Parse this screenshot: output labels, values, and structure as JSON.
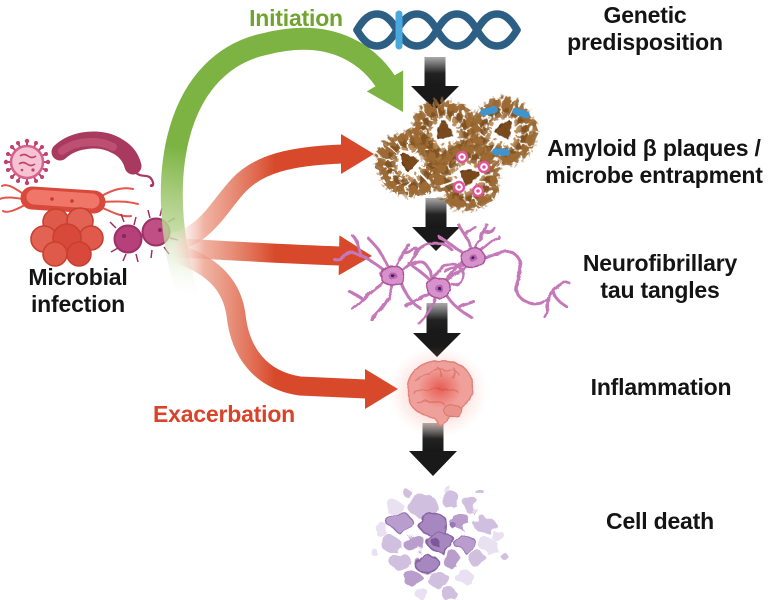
{
  "background": "#ffffff",
  "labels": {
    "initiation": "Initiation",
    "exacerbation": "Exacerbation",
    "microbial": {
      "line1": "Microbial",
      "line2": "infection"
    },
    "genetic": {
      "line1": "Genetic",
      "line2": "predisposition"
    },
    "amyloid": {
      "line1": "Amyloid β plaques /",
      "line2": "microbe entrapment"
    },
    "tau": {
      "line1": "Neurofibrillary",
      "line2": "tau tangles"
    },
    "inflammation": "Inflammation",
    "cell_death": "Cell death"
  },
  "flow_stages": [
    "Genetic predisposition",
    "Amyloid β plaques / microbe entrapment",
    "Neurofibrillary tau tangles",
    "Inflammation",
    "Cell death"
  ],
  "edges": [
    {
      "from": "Microbial infection",
      "to": "Amyloid β plaques / microbe entrapment",
      "label": "Initiation",
      "color": "green"
    },
    {
      "from": "Microbial infection",
      "to": "Amyloid β plaques / microbe entrapment",
      "label": "Exacerbation",
      "color": "red"
    },
    {
      "from": "Microbial infection",
      "to": "Neurofibrillary tau tangles",
      "label": "Exacerbation",
      "color": "red"
    },
    {
      "from": "Microbial infection",
      "to": "Inflammation",
      "label": "Exacerbation",
      "color": "red"
    },
    {
      "from": "Genetic predisposition",
      "to": "Amyloid β plaques / microbe entrapment",
      "color": "black"
    },
    {
      "from": "Amyloid β plaques / microbe entrapment",
      "to": "Neurofibrillary tau tangles",
      "color": "black"
    },
    {
      "from": "Neurofibrillary tau tangles",
      "to": "Inflammation",
      "color": "black"
    },
    {
      "from": "Inflammation",
      "to": "Cell death",
      "color": "black"
    }
  ],
  "icons": [
    "dna-icon",
    "virus-icon",
    "curved-bacterium-icon",
    "rod-bacterium-icon",
    "cocci-cluster-icon",
    "diplococci-icon",
    "amyloid-plaques-icon",
    "entrapped-bacteria-icon",
    "entrapped-virus-icon",
    "neurons-icon",
    "inflamed-brain-icon",
    "dead-cells-icon"
  ],
  "colors": {
    "initiation_green": "#6fa42f",
    "green_arrow": "#7cb342",
    "exacerbation_red": "#d8432a",
    "red_arrow": "#d8492b",
    "black_arrow": "#191919",
    "text": "#141414",
    "dna_blue": "#2d5f85",
    "dna_highlight_blue": "#49a8dd",
    "plaque_brown": "#9c6b33",
    "plaque_core_brown": "#7a4a1c",
    "neuron_pink": "#c478b8",
    "brain_pink": "#f0a09a",
    "inflammation_glow": "#ff4632",
    "dead_cell_purple": "#b193c8",
    "microbe_red": "#e2574a",
    "microbe_maroon": "#a93a5f",
    "microbe_magenta": "#b5407a"
  }
}
